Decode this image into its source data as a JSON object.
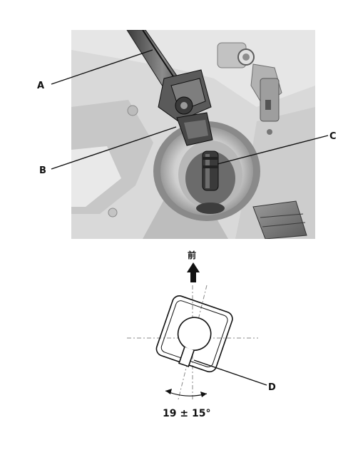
{
  "callouts": {
    "a": "A",
    "b": "B",
    "c": "C",
    "d": "D"
  },
  "direction_label": "前",
  "angle_spec": "19 ± 15°",
  "colors": {
    "photo_bg": "#dcdcdc",
    "ink": "#111111",
    "dash": "#888888"
  },
  "icons": [
    "arrow-up-icon"
  ]
}
